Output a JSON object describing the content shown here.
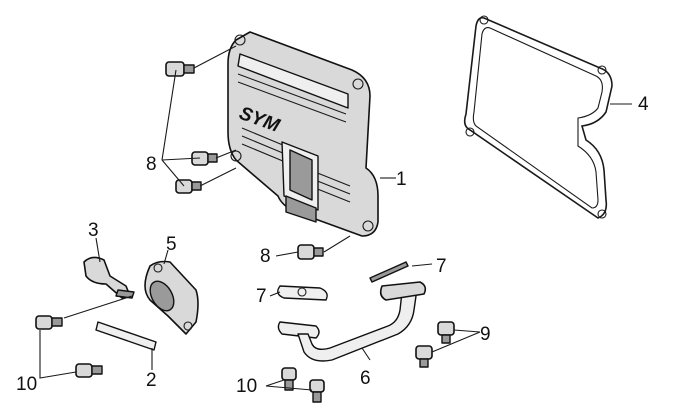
{
  "callouts": {
    "c1": "1",
    "c2": "2",
    "c3": "3",
    "c4": "4",
    "c5": "5",
    "c6": "6",
    "c7a": "7",
    "c7b": "7",
    "c8a": "8",
    "c8b": "8",
    "c9": "9",
    "c10a": "10",
    "c10b": "10"
  },
  "cover_brand_mark": "SYM",
  "colors": {
    "line": "#1a1a1a",
    "metal": "#d9d9d9",
    "shadow": "#9a9a9a"
  }
}
